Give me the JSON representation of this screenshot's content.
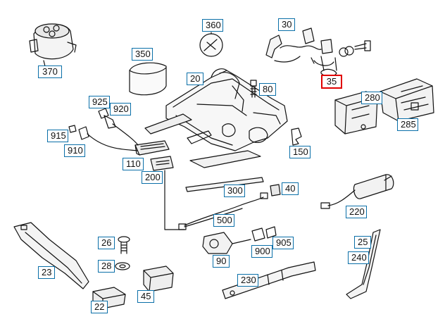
{
  "diagram": {
    "highlighted_part": "35",
    "highlight_color": "#e00000",
    "callout_border_color": "#0a6fa8",
    "callouts": [
      "370",
      "350",
      "360",
      "20",
      "30",
      "35",
      "80",
      "280",
      "285",
      "925",
      "920",
      "915",
      "910",
      "110",
      "200",
      "150",
      "300",
      "40",
      "220",
      "500",
      "26",
      "28",
      "23",
      "22",
      "45",
      "90",
      "900",
      "905",
      "230",
      "25",
      "240"
    ]
  }
}
